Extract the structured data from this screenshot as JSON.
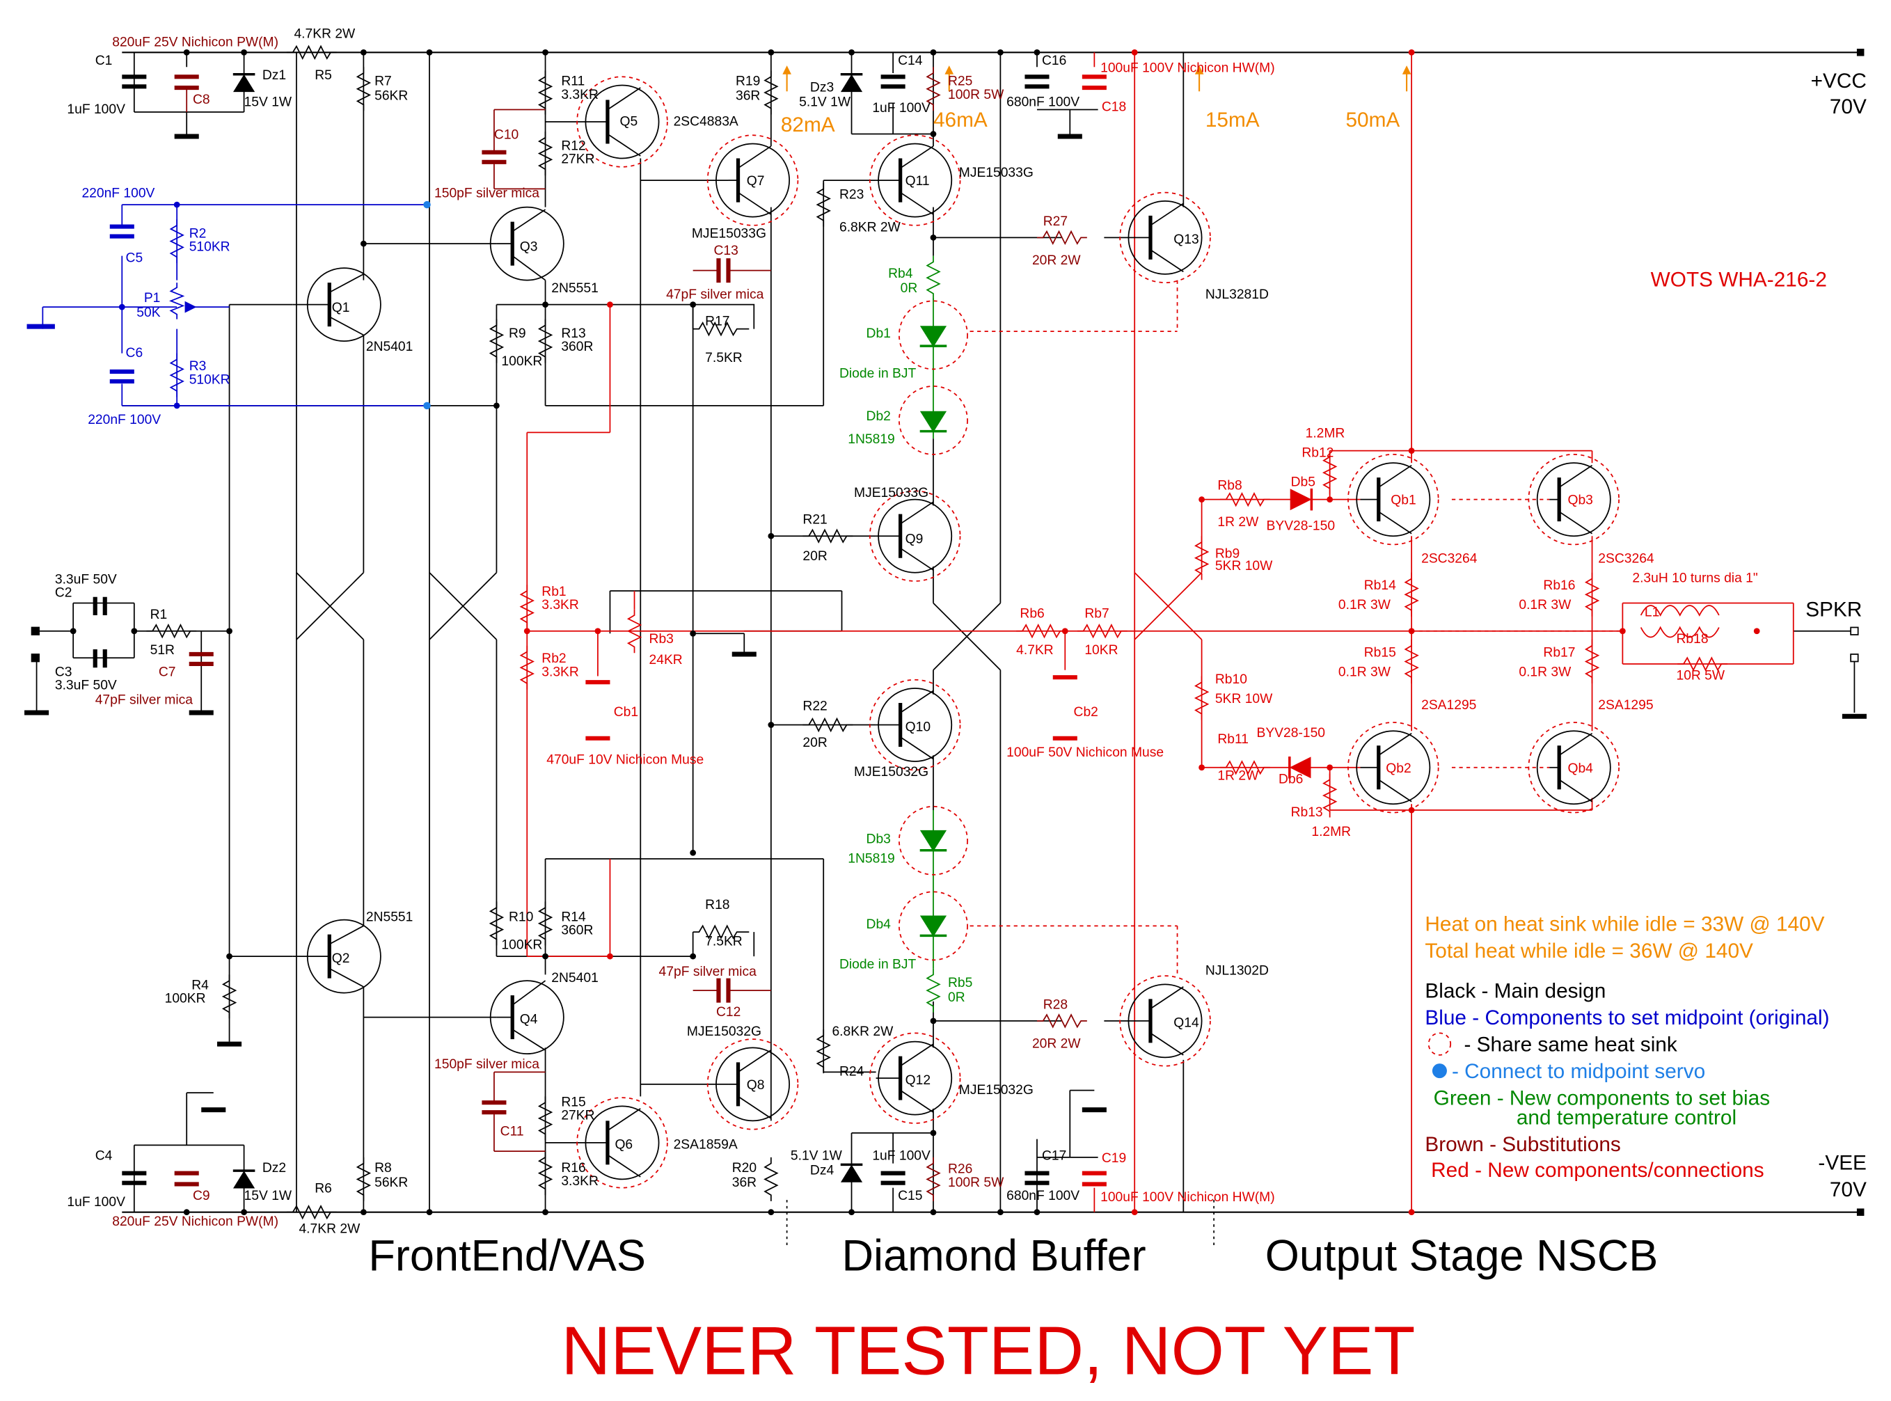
{
  "colors": {
    "black": "#000000",
    "blue": "#0000cc",
    "red": "#e00000",
    "green": "#008800",
    "brown": "#8b0000",
    "orange": "#f28c00",
    "midpoint_blue": "#1e7fe6"
  },
  "title": "WOTS WHA-216-2",
  "rails": {
    "vcc_label": "+VCC",
    "vcc_value": "70V",
    "vee_label": "-VEE",
    "vee_value": "70V",
    "spkr_label": "SPKR"
  },
  "sections": {
    "frontend": "FrontEnd/VAS",
    "diamond": "Diamond Buffer",
    "output": "Output Stage NSCB"
  },
  "banner": "NEVER TESTED, NOT YET",
  "currents": {
    "i82": "82mA",
    "i46": "46mA",
    "i15": "15mA",
    "i50": "50mA"
  },
  "notes": {
    "heat1": "Heat on heat sink while idle = 33W @ 140V",
    "heat2": "Total heat while idle = 36W @ 140V",
    "black": "Black - Main design",
    "blue": "Blue - Components to set midpoint (original)",
    "shared": "- Share same heat sink",
    "servo": "- Connect to midpoint servo",
    "green1": "Green - New components to set bias",
    "green2": "and temperature control",
    "brown": "Brown - Substitutions",
    "red": "Red - New components/connections"
  },
  "labels": {
    "C1": "C1",
    "C1v": "1uF 100V",
    "C8": "C8",
    "C8v": "820uF 25V Nichicon PW(M)",
    "Dz1": "Dz1",
    "Dz1v": "15V 1W",
    "R5": "R5",
    "R5v": "4.7KR 2W",
    "R7": "R7",
    "R7v": "56KR",
    "R11": "R11",
    "R11v": "3.3KR",
    "R12": "R12",
    "R12v": "27KR",
    "C10": "C10",
    "C10v": "150pF silver mica",
    "Q5": "Q5",
    "Q5t": "2SC4883A",
    "R19": "R19",
    "R19v": "36R",
    "Dz3": "Dz3",
    "Dz3v": "5.1V 1W",
    "C14": "C14",
    "C14v": "1uF 100V",
    "R25": "R25",
    "R25v": "100R 5W",
    "C16": "C16",
    "C16v": "680nF 100V",
    "C18": "C18",
    "C18v": "100uF 100V Nichicon HW(M)",
    "C5": "C5",
    "C5v": "220nF 100V",
    "R2": "R2",
    "R2v": "510KR",
    "P1": "P1",
    "P1v": "50K",
    "R3": "R3",
    "R3v": "510KR",
    "C6": "C6",
    "C6v": "220nF 100V",
    "Q1": "Q1",
    "Q1t": "2N5401",
    "Q3": "Q3",
    "Q3t": "2N5551",
    "Q7": "Q7",
    "Q7t": "MJE15033G",
    "R23": "R23",
    "R23v": "6.8KR 2W",
    "Q11": "Q11",
    "Q11t": "MJE15033G",
    "R27": "R27",
    "R27v": "20R 2W",
    "Q13": "Q13",
    "Q13t": "NJL3281D",
    "C13": "C13",
    "C13v": "47pF silver mica",
    "R17": "R17",
    "R17v": "7.5KR",
    "R9": "R9",
    "R9v": "100KR",
    "R13": "R13",
    "R13v": "360R",
    "Rb4": "Rb4",
    "Rb4v": "0R",
    "Db1": "Db1",
    "Db1v": "Diode in BJT",
    "Db2": "Db2",
    "Db2v": "1N5819",
    "Q9": "Q9",
    "Q9t": "MJE15033G",
    "R21": "R21",
    "R21v": "20R",
    "C2": "C2",
    "C2v": "3.3uF 50V",
    "C3": "C3",
    "C3v": "3.3uF 50V",
    "R1": "R1",
    "R1v": "51R",
    "C7": "C7",
    "C7v": "47pF silver mica",
    "Rb1": "Rb1",
    "Rb1v": "3.3KR",
    "Rb2": "Rb2",
    "Rb2v": "3.3KR",
    "Rb3": "Rb3",
    "Rb3v": "24KR",
    "Cb1": "Cb1",
    "Cb1v": "470uF 10V Nichicon Muse",
    "Rb6": "Rb6",
    "Rb6v": "4.7KR",
    "Rb7": "Rb7",
    "Rb7v": "10KR",
    "Cb2": "Cb2",
    "Cb2v": "100uF 50V Nichicon Muse",
    "Q10": "Q10",
    "Q10t": "MJE15032G",
    "R22": "R22",
    "R22v": "20R",
    "Rb8": "Rb8",
    "Rb8v": "1R 2W",
    "Db5": "Db5",
    "Db5t": "BYV28-150",
    "Rb12": "Rb12",
    "Rb12v": "1.2MR",
    "Rb9": "Rb9",
    "Rb9v": "5KR 10W",
    "Qb1": "Qb1",
    "Qb1t": "2SC3264",
    "Qb3": "Qb3",
    "Qb3t": "2SC3264",
    "Rb14": "Rb14",
    "Rb14v": "0.1R 3W",
    "Rb16": "Rb16",
    "Rb16v": "0.1R 3W",
    "L1": "L1",
    "L1v": "2.3uH 10 turns dia 1\"",
    "Rb18": "Rb18",
    "Rb18v": "10R 5W",
    "Rb15": "Rb15",
    "Rb15v": "0.1R 3W",
    "Rb17": "Rb17",
    "Rb17v": "0.1R 3W",
    "Rb10": "Rb10",
    "Rb10v": "5KR 10W",
    "Rb11": "Rb11",
    "Rb11v": "1R 2W",
    "Db6": "Db6",
    "Db6t": "BYV28-150",
    "Rb13": "Rb13",
    "Rb13v": "1.2MR",
    "Qb2": "Qb2",
    "Qb2t": "2SA1295",
    "Qb4": "Qb4",
    "Qb4t": "2SA1295",
    "Db3": "Db3",
    "Db3v": "1N5819",
    "Db4": "Db4",
    "Db4v": "Diode in BJT",
    "Rb5": "Rb5",
    "Rb5v": "0R",
    "R18": "R18",
    "R18v": "7.5KR",
    "C12": "C12",
    "C12v": "47pF silver mica",
    "Q2": "Q2",
    "Q2t": "2N5551",
    "R4": "R4",
    "R4v": "100KR",
    "R10": "R10",
    "R10v": "100KR",
    "R14": "R14",
    "R14v": "360R",
    "Q4": "Q4",
    "Q4t": "2N5401",
    "C11": "C11",
    "C11v": "150pF silver mica",
    "R15": "R15",
    "R15v": "27KR",
    "R16": "R16",
    "R16v": "3.3KR",
    "Q6": "Q6",
    "Q6t": "2SA1859A",
    "Q8": "Q8",
    "Q8t": "MJE15032G",
    "R24": "R24",
    "R24v": "6.8KR 2W",
    "Q12": "Q12",
    "Q12t": "MJE15032G",
    "R28": "R28",
    "R28v": "20R 2W",
    "Q14": "Q14",
    "Q14t": "NJL1302D",
    "R20": "R20",
    "R20v": "36R",
    "Dz4": "Dz4",
    "Dz4v": "5.1V 1W",
    "C15": "C15",
    "C15v": "1uF 100V",
    "R26": "R26",
    "R26v": "100R 5W",
    "C17": "C17",
    "C17v": "680nF 100V",
    "C19": "C19",
    "C19v": "100uF 100V Nichicon HW(M)",
    "C4": "C4",
    "C4v": "1uF 100V",
    "C9": "C9",
    "C9v": "820uF 25V Nichicon PW(M)",
    "Dz2": "Dz2",
    "Dz2v": "15V 1W",
    "R6": "R6",
    "R6v": "4.7KR 2W",
    "R8": "R8",
    "R8v": "56KR"
  }
}
